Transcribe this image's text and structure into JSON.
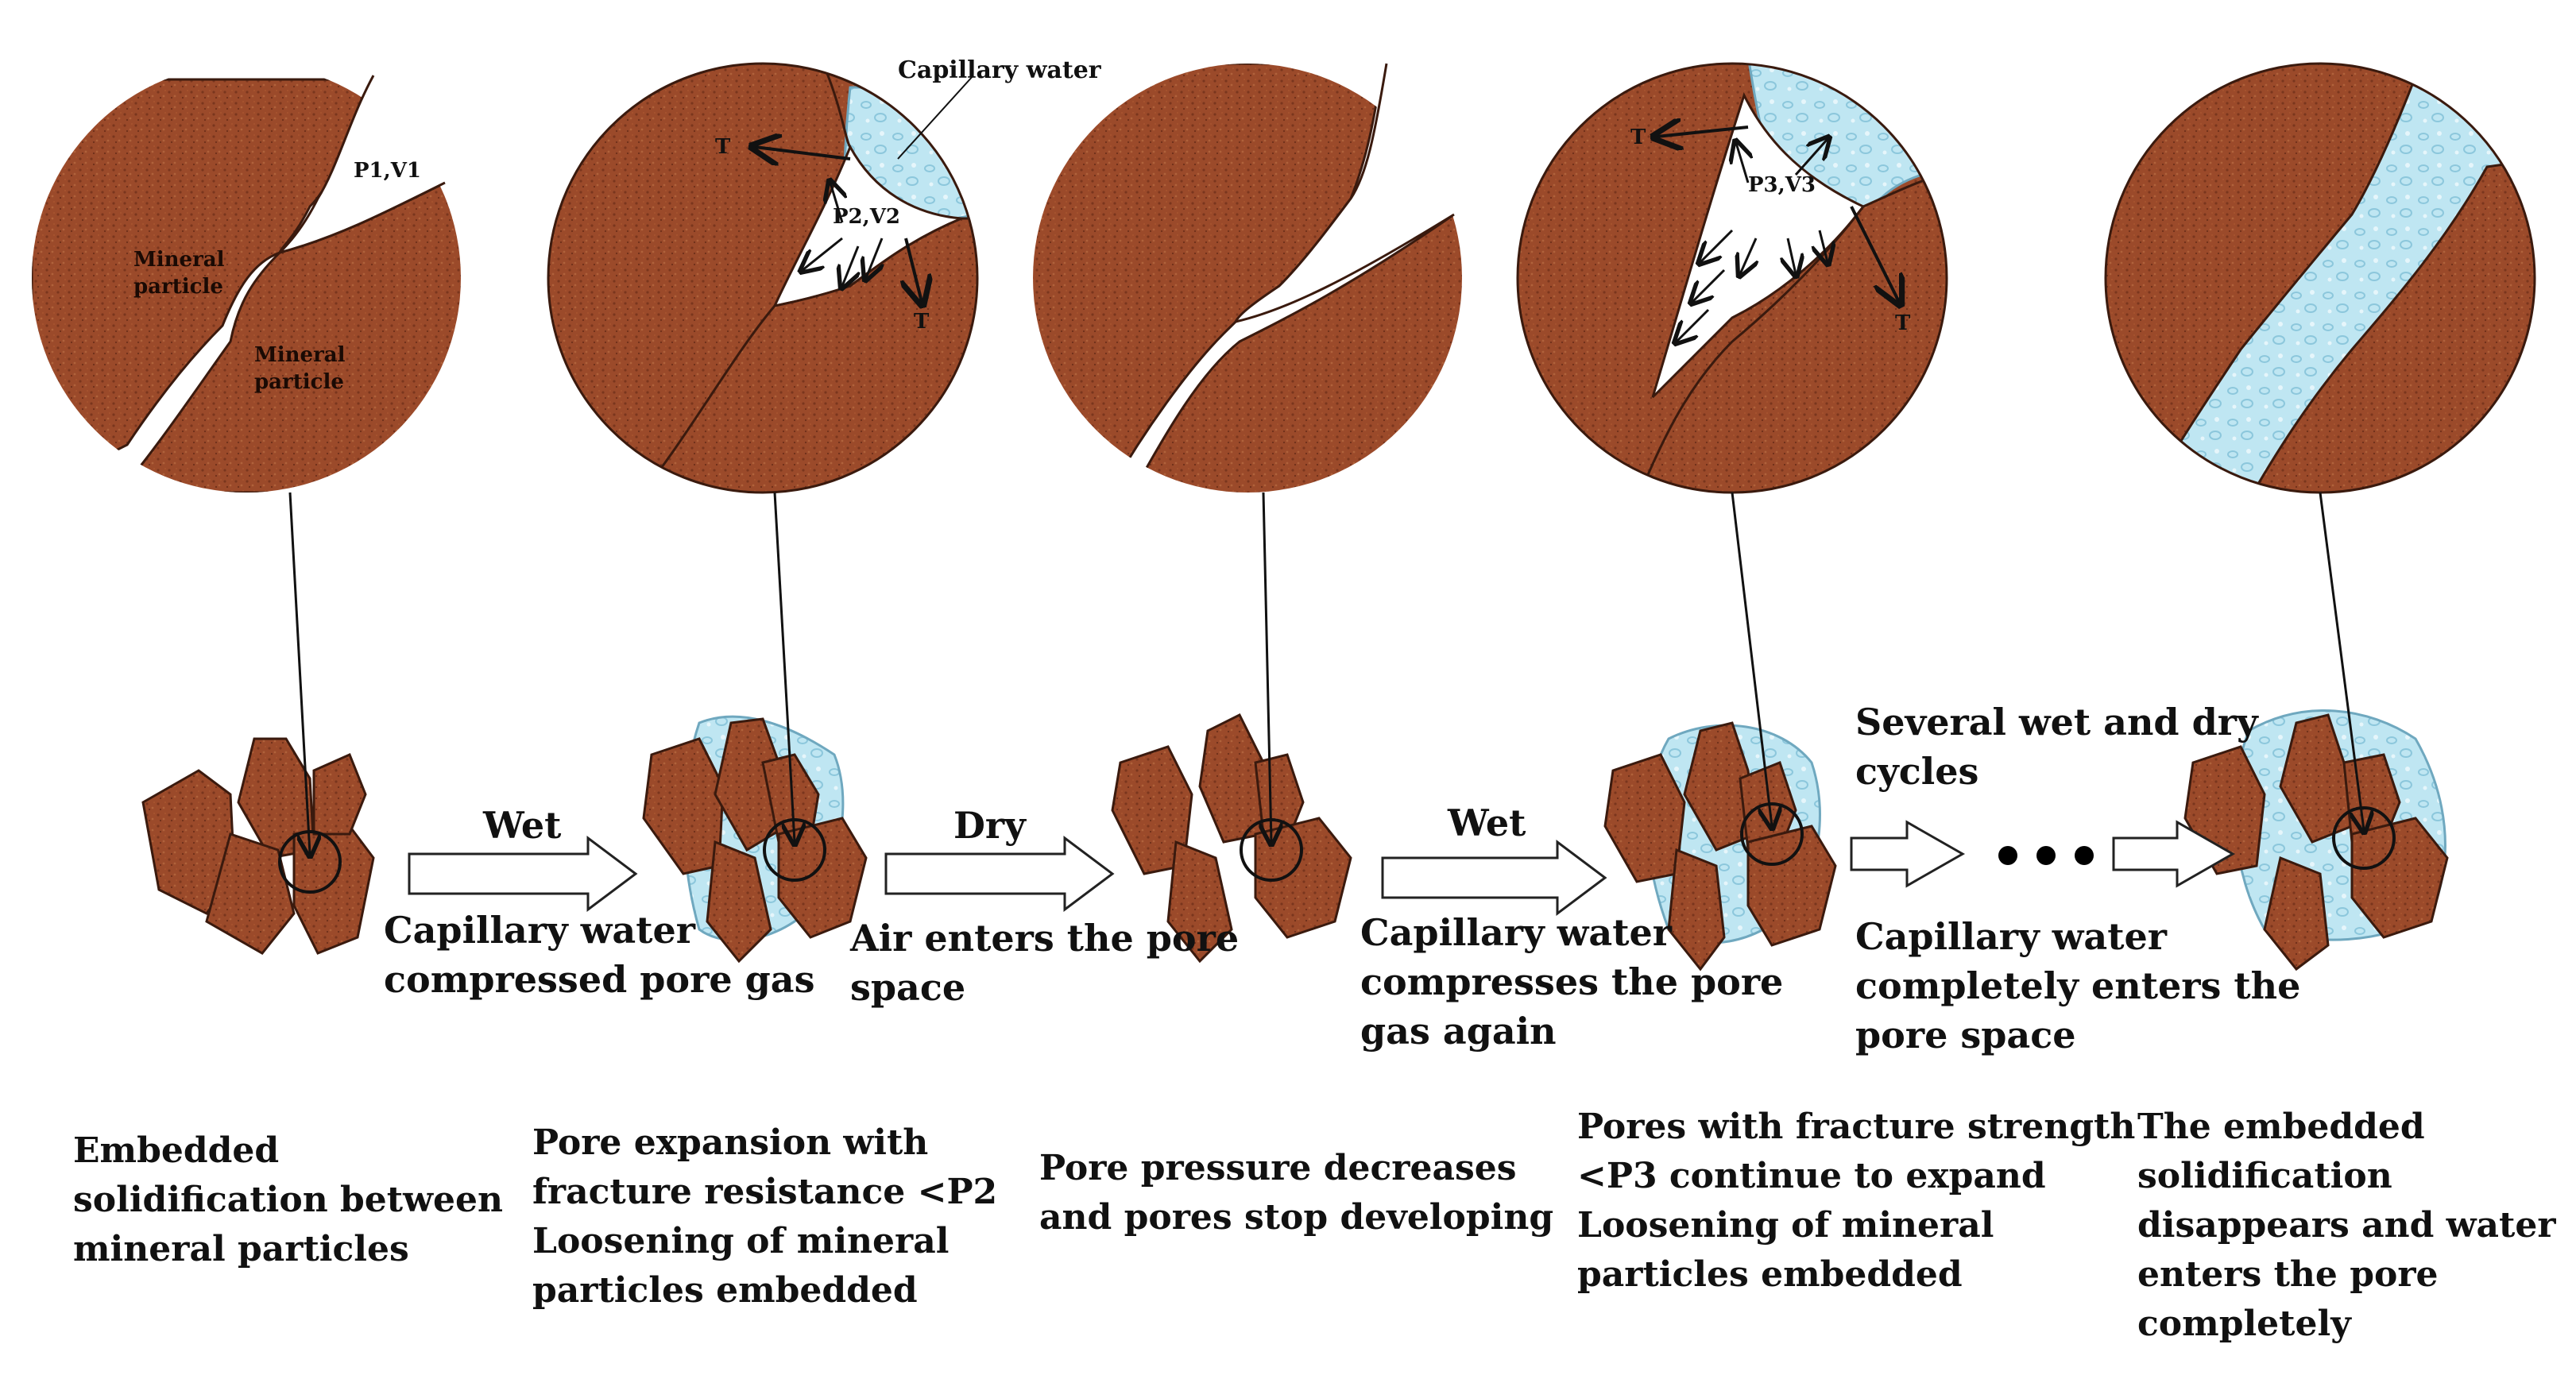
{
  "colors": {
    "mineral": "#9b4a2a",
    "mineral_dark": "#6e2f19",
    "water": "#bfe6f2",
    "water_edge": "#6fa8bf",
    "line": "#111111"
  },
  "labels": {
    "capillary_water": "Capillary water",
    "p1v1": "P1,V1",
    "p2v2": "P2,V2",
    "p3v3": "P3,V3",
    "mineral_particle_a": "Mineral\nparticle",
    "mineral_particle_b": "Mineral\nparticle",
    "tension": "T"
  },
  "steps": {
    "wet1": "Wet",
    "dry": "Dry",
    "wet2": "Wet",
    "cycles_line1": "Several wet and dry",
    "cycles_line2": "cycles",
    "dots": "• • •"
  },
  "captions": {
    "c1_line1": "Capillary water",
    "c1_line2": "compressed pore gas",
    "c2_line1": "Air enters the pore",
    "c2_line2": "space",
    "c3_line1": "Capillary water",
    "c3_line2": "compresses the pore",
    "c3_line3": "gas again",
    "c4_line1": "Capillary water",
    "c4_line2": "completely enters the",
    "c4_line3": "pore space"
  },
  "descriptions": {
    "d1": [
      "Embedded",
      "solidification between",
      "mineral particles"
    ],
    "d2": [
      "Pore expansion with",
      "fracture resistance <P2",
      "Loosening of mineral",
      "particles embedded"
    ],
    "d3": [
      "Pore pressure decreases",
      "and pores stop developing"
    ],
    "d4": [
      "Pores with fracture strength",
      "<P3 continue to expand",
      "Loosening of mineral",
      "particles embedded"
    ],
    "d5": [
      "The embedded",
      "solidification",
      "disappears and water",
      "enters the pore",
      "completely"
    ]
  }
}
